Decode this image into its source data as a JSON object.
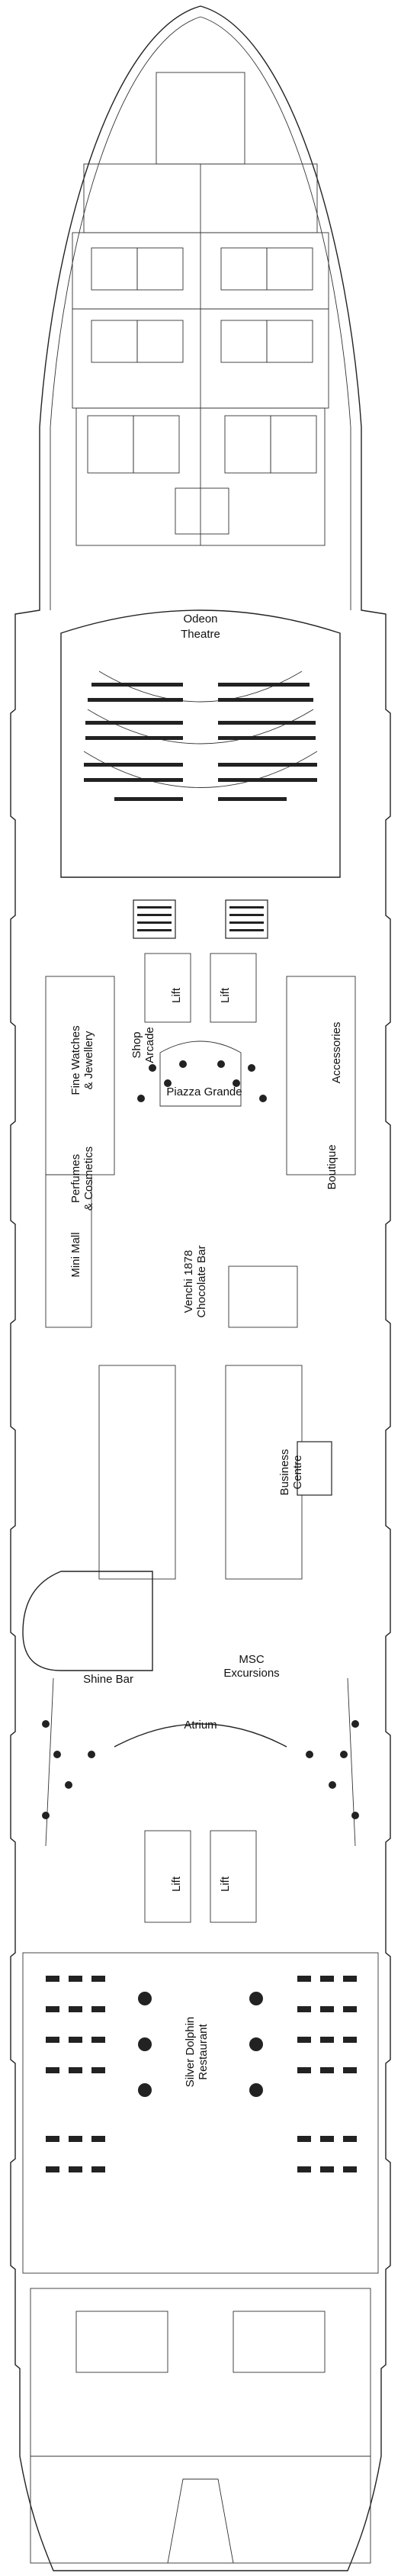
{
  "labels": {
    "odeon_theatre": [
      "Odeon",
      "Theatre"
    ],
    "lift": "Lift",
    "shop_arcade": [
      "Shop",
      "Arcade"
    ],
    "fine_watches": [
      "Fine Watches",
      "& Jewellery"
    ],
    "piazza_grande": "Piazza Grande",
    "accessories": "Accessories",
    "perfumes": [
      "Perfumes",
      "& Cosmetics"
    ],
    "boutique": "Boutique",
    "mini_mall": "Mini Mall",
    "vergani": [
      "Venchi 1878",
      "Chocolate Bar"
    ],
    "business_centre": [
      "Business",
      "Centre"
    ],
    "shine_bar": "Shine Bar",
    "msc_excursions": [
      "MSC",
      "Excursions"
    ],
    "atrium": "Atrium",
    "silver_dolphin": [
      "Silver Dolphin",
      "Restaurant"
    ]
  },
  "colors": {
    "line": "#222222",
    "background": "#ffffff",
    "text": "#111111"
  }
}
